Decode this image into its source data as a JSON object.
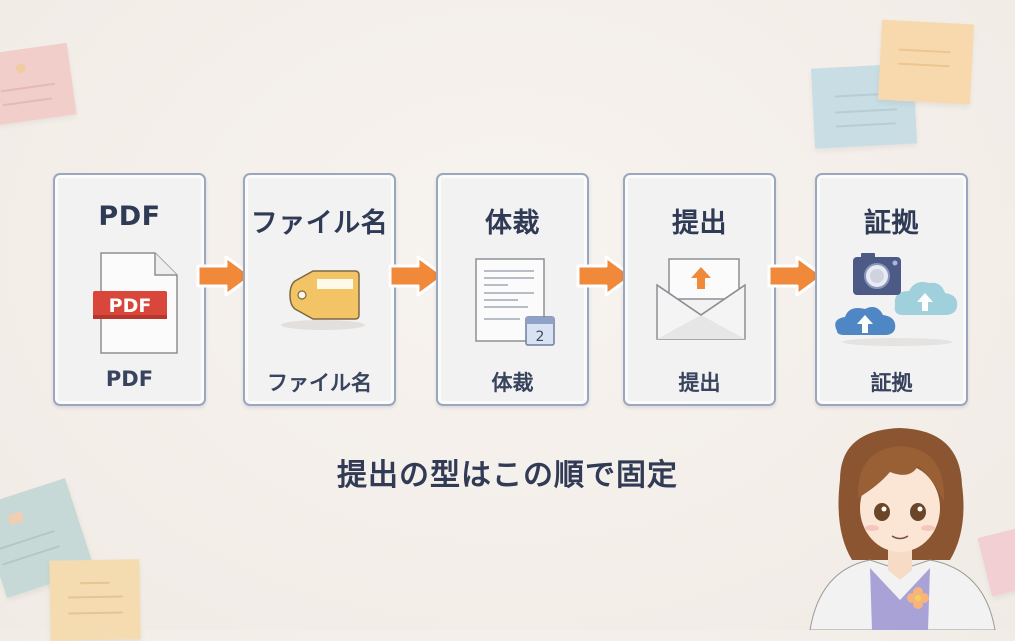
{
  "steps": [
    {
      "title": "PDF",
      "label": "PDF",
      "icon": "pdf-file-icon",
      "badge": "PDF"
    },
    {
      "title": "ファイル名",
      "label": "ファイル名",
      "icon": "tag-icon"
    },
    {
      "title": "体裁",
      "label": "体裁",
      "icon": "document-calendar-icon",
      "calendar_number": "2"
    },
    {
      "title": "提出",
      "label": "提出",
      "icon": "envelope-upload-icon"
    },
    {
      "title": "証拠",
      "label": "証拠",
      "icon": "camera-cloud-upload-icon"
    }
  ],
  "arrows": [
    "arrow-right-icon",
    "arrow-right-icon",
    "arrow-right-icon",
    "arrow-right-icon"
  ],
  "caption": "提出の型はこの順で固定",
  "colors": {
    "card_border": "#9aa7bf",
    "card_bg": "#f3f2f3",
    "arrow": "#f0893a",
    "text": "#2f3a55",
    "pdf_badge": "#d9473a",
    "tag": "#f2c466",
    "camera": "#4d5a85",
    "cloud_light": "#9fd0dc",
    "cloud_dark": "#4f87c4"
  },
  "character": {
    "description": "anime-style woman with brown bob hair in white coat with flower pin"
  }
}
